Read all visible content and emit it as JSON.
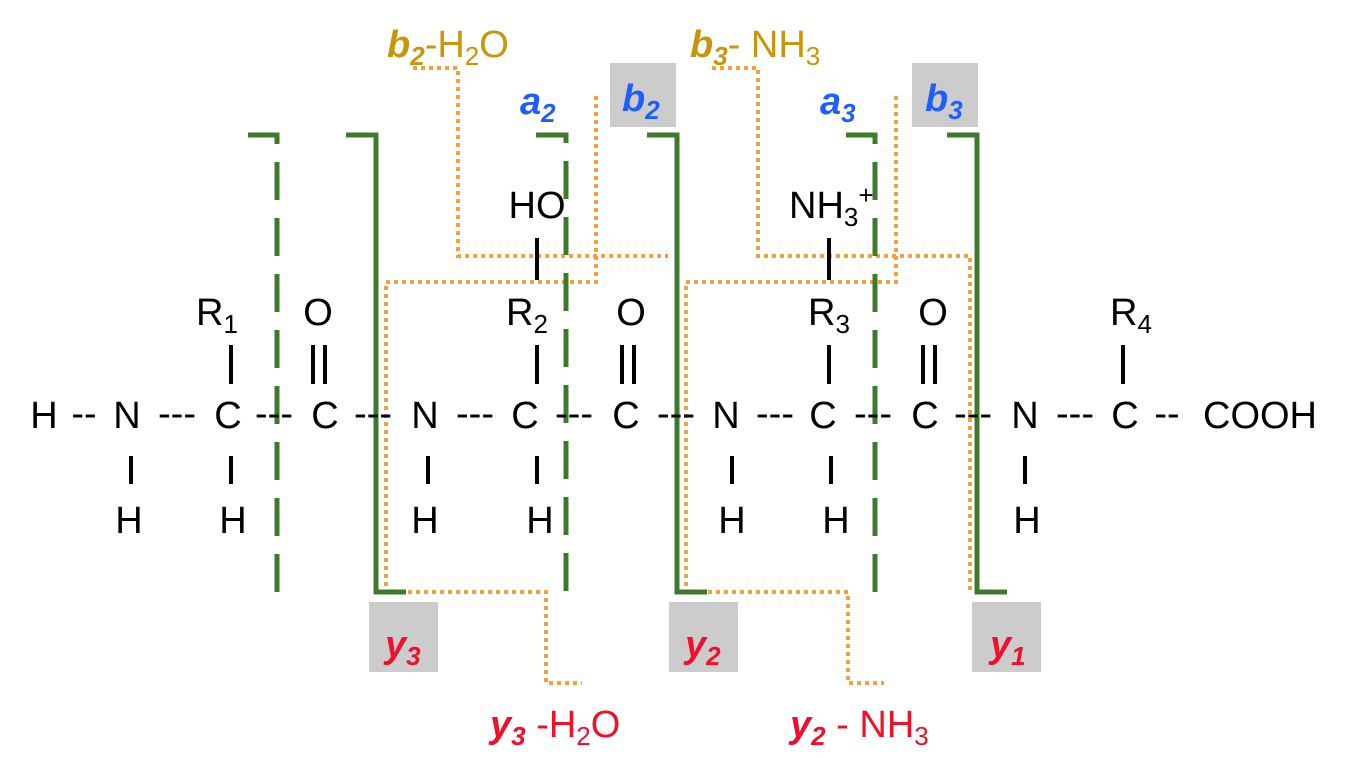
{
  "colors": {
    "green": "#3d7a2c",
    "orange": "#f5a03a",
    "blue": "#1e5eff",
    "red": "#f0102a",
    "gold": "#c8960a",
    "label_box": "#cccccc",
    "black": "#000000"
  },
  "backbone": {
    "h_terminal": "H",
    "dash2": "--",
    "dash3": "---",
    "dash1": "-",
    "n": "N",
    "c": "C",
    "h": "H",
    "o": "O",
    "cooh": "COOH",
    "vbar": "|",
    "dbl": "||"
  },
  "side_chains": {
    "r1": "R",
    "r1_sub": "1",
    "r2": "R",
    "r2_sub": "2",
    "r3": "R",
    "r3_sub": "3",
    "r4": "R",
    "r4_sub": "4",
    "ho": "HO",
    "nh3": "NH",
    "nh3_sub": "3",
    "nh3_sup": "+"
  },
  "ions": {
    "a2": {
      "letter": "a",
      "sub": "2"
    },
    "b2": {
      "letter": "b",
      "sub": "2"
    },
    "a3": {
      "letter": "a",
      "sub": "3"
    },
    "b3": {
      "letter": "b",
      "sub": "3"
    },
    "y3": {
      "letter": "y",
      "sub": "3"
    },
    "y2": {
      "letter": "y",
      "sub": "2"
    },
    "y1": {
      "letter": "y",
      "sub": "1"
    }
  },
  "neutral_losses": {
    "b2_h2o": {
      "letter": "b",
      "sub": "2",
      "loss_a": "-H",
      "loss_sub": "2",
      "loss_b": "O"
    },
    "b3_nh3": {
      "letter": "b",
      "sub": "3",
      "loss_a": "- NH",
      "loss_sub": "3"
    },
    "y3_h2o": {
      "letter": "y",
      "sub": "3",
      "loss_a": " -H",
      "loss_sub": "2",
      "loss_b": "O"
    },
    "y2_nh3": {
      "letter": "y",
      "sub": "2",
      "loss_a": " - NH",
      "loss_sub": "3"
    }
  }
}
